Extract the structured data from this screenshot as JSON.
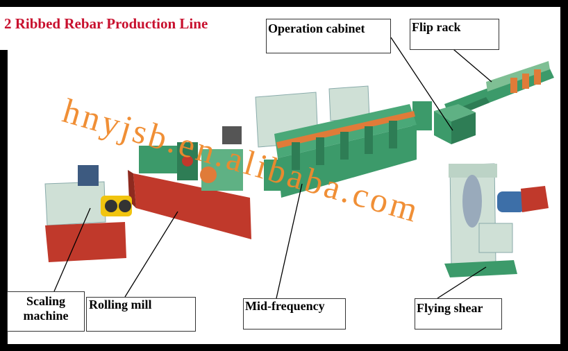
{
  "title": "2 Ribbed Rebar Production Line",
  "labels": {
    "operation_cabinet": "Operation cabinet",
    "flip_rack": "Flip rack",
    "scaling_machine_line1": "Scaling",
    "scaling_machine_line2": "machine",
    "rolling_mill": "Rolling mill",
    "mid_frequency": "Mid-frequency",
    "flying_shear": "Flying shear"
  },
  "watermark": "hnyjsb.en.alibaba.com",
  "colors": {
    "title": "#c8102e",
    "watermark": "#f08a2c",
    "machine_green": "#3c9a6a",
    "machine_light": "#cfe0d6",
    "base_red": "#c0392b",
    "frame": "#000000"
  }
}
